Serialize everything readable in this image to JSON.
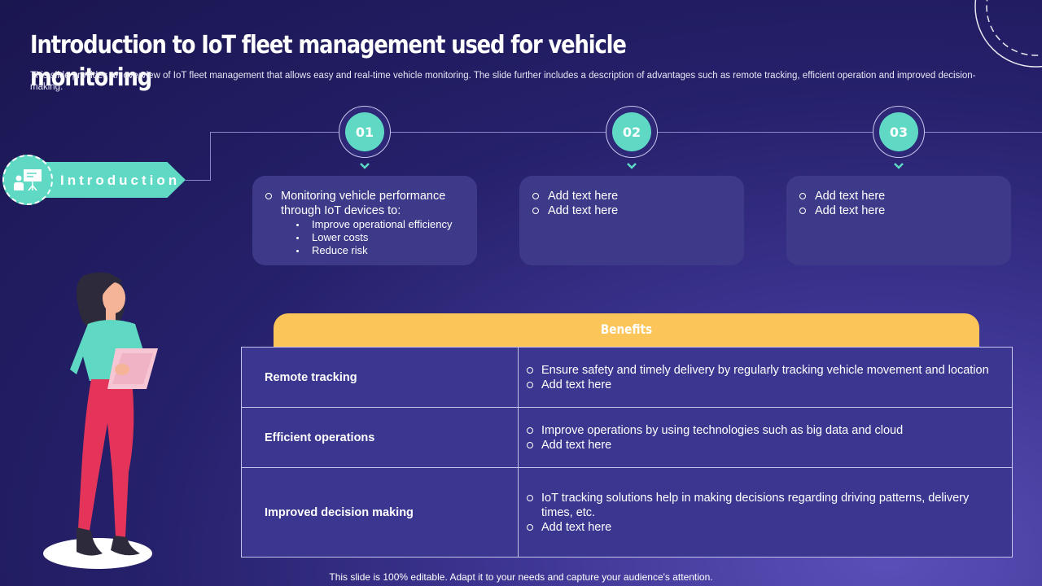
{
  "header": {
    "title": "Introduction to IoT fleet management used for vehicle monitoring",
    "subtitle": "This slide provides an overview of IoT fleet management that allows easy and real-time vehicle monitoring. The slide further includes a description of advantages such as remote tracking, efficient operation and improved decision-making."
  },
  "intro": {
    "label": "Introduction",
    "icon": "presentation-board-icon"
  },
  "steps": [
    {
      "number": "01",
      "items": [
        {
          "text": "Monitoring vehicle performance through IoT devices to:",
          "sub": [
            "Improve operational efficiency",
            "Lower costs",
            "Reduce risk"
          ]
        }
      ]
    },
    {
      "number": "02",
      "items": [
        {
          "text": "Add text here"
        },
        {
          "text": "Add text here"
        }
      ]
    },
    {
      "number": "03",
      "items": [
        {
          "text": "Add text here"
        },
        {
          "text": "Add text here"
        }
      ]
    }
  ],
  "benefits": {
    "heading": "Benefits",
    "rows": [
      {
        "label": "Remote tracking",
        "points": [
          "Ensure safety and timely delivery by regularly tracking vehicle movement and location",
          "Add text here"
        ]
      },
      {
        "label": "Efficient operations",
        "points": [
          "Improve operations by using technologies such as big data and cloud",
          "Add text here"
        ]
      },
      {
        "label": "Improved decision making",
        "points": [
          "IoT tracking solutions help in making decisions regarding driving patterns, delivery times, etc.",
          "Add text here"
        ]
      }
    ]
  },
  "footer": {
    "text": "This slide is 100% editable. Adapt it to your needs and capture your audience's attention."
  },
  "colors": {
    "teal": "#5fd9c4",
    "yellow": "#fbc559",
    "background": "#25206a",
    "card": "#3e3a8a"
  }
}
